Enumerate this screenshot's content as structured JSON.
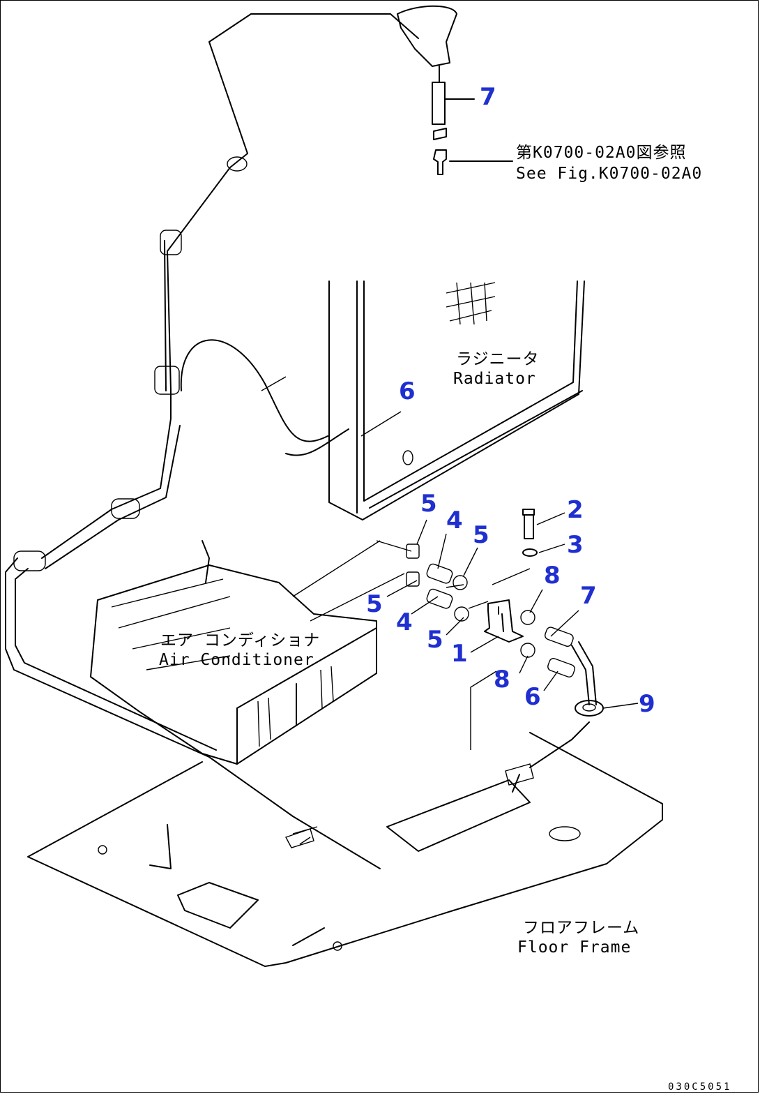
{
  "reference": {
    "jp": "第K0700-02A0図参照",
    "en": "See Fig.K0700-02A0"
  },
  "labels": {
    "radiator_jp": "ラジニータ",
    "radiator_en": "Radiator",
    "aircon_jp": "エア コンディショナ",
    "aircon_en": "Air Conditioner",
    "floor_jp": "フロアフレーム",
    "floor_en": "Floor Frame"
  },
  "callouts": [
    {
      "id": "c-7-top",
      "text": "7"
    },
    {
      "id": "c-6-top",
      "text": "6"
    },
    {
      "id": "c-5-a",
      "text": "5"
    },
    {
      "id": "c-4-a",
      "text": "4"
    },
    {
      "id": "c-5-b",
      "text": "5"
    },
    {
      "id": "c-2",
      "text": "2"
    },
    {
      "id": "c-3",
      "text": "3"
    },
    {
      "id": "c-8-a",
      "text": "8"
    },
    {
      "id": "c-7-b",
      "text": "7"
    },
    {
      "id": "c-5-c",
      "text": "5"
    },
    {
      "id": "c-4-b",
      "text": "4"
    },
    {
      "id": "c-5-d",
      "text": "5"
    },
    {
      "id": "c-1",
      "text": "1"
    },
    {
      "id": "c-8-b",
      "text": "8"
    },
    {
      "id": "c-6-b",
      "text": "6"
    },
    {
      "id": "c-9",
      "text": "9"
    }
  ],
  "figure_code": "030C5051",
  "colors": {
    "callout": "#1f2fd0",
    "line": "#000000"
  }
}
